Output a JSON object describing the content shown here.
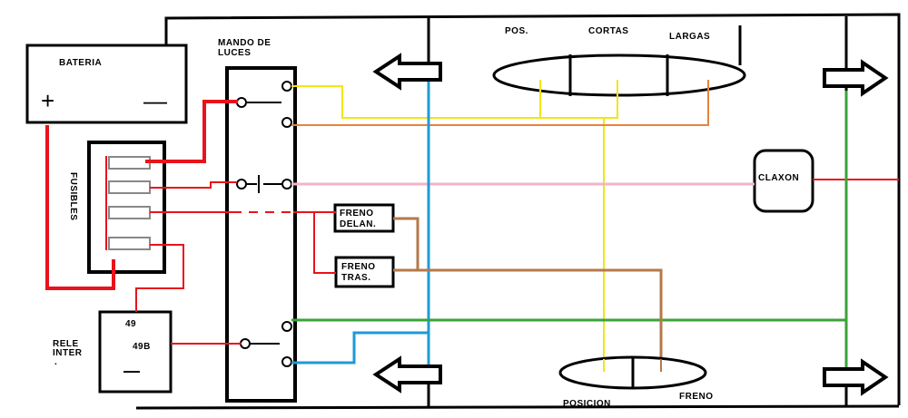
{
  "components": {
    "bateria": {
      "label": "BATERIA",
      "positive": "+",
      "negative": "—"
    },
    "fusibles": {
      "label": "FUSIBLES"
    },
    "mando": {
      "label_line1": "MANDO DE",
      "label_line2": "LUCES"
    },
    "rele": {
      "label_line1": "RELE",
      "label_line2": "INTER",
      "terminal_49": "49",
      "terminal_49b": "49B",
      "terminal_minus": "—",
      "dot": "."
    },
    "freno_delan": {
      "label_line1": "FRENO",
      "label_line2": "DELAN."
    },
    "freno_tras": {
      "label_line1": "FRENO",
      "label_line2": "TRAS."
    },
    "claxon": {
      "label": "CLAXON"
    },
    "faro": {
      "pos": "POS.",
      "cortas": "CORTAS",
      "largas": "LARGAS"
    },
    "piloto": {
      "posicion": "POSICION",
      "freno": "FRENO"
    }
  },
  "wire_colors": {
    "battery": "#e8131b",
    "yellow": "#f2e614",
    "orange": "#e8833a",
    "pink": "#f3b3c8",
    "blue": "#1f9ad6",
    "green": "#3aa33a",
    "brown": "#b5794a",
    "black": "#000000"
  }
}
